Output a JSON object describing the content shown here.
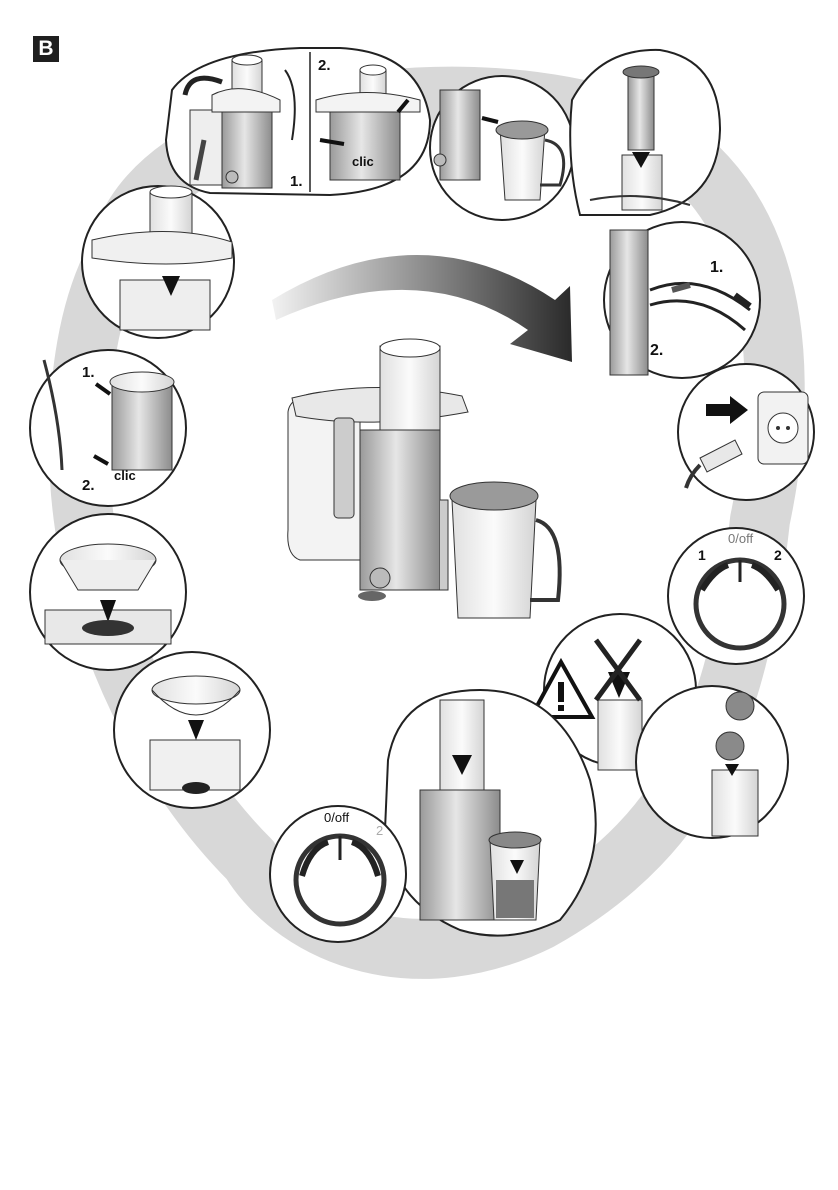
{
  "section_badge": "B",
  "steps": {
    "mount_lid": {
      "step1": "1.",
      "step2": "2.",
      "click": "clic"
    },
    "filter_basket": {
      "step1": "1.",
      "step2": "2.",
      "click": "clic"
    },
    "lock_arm": {
      "step1": "1.",
      "step2": "2."
    },
    "switch_select": {
      "off": "0/off",
      "speed1": "1",
      "speed2": "2"
    },
    "switch_off": {
      "off": "0/off",
      "speed2": "2"
    }
  },
  "icons": [
    "rotation-arrow-icon",
    "warning-triangle-icon",
    "power-plug-icon",
    "apple-icon"
  ],
  "colors": {
    "ink": "#222222",
    "shadow_band": "#d8d8d8",
    "metal": "#bdbdbd",
    "juice": "#777777"
  }
}
